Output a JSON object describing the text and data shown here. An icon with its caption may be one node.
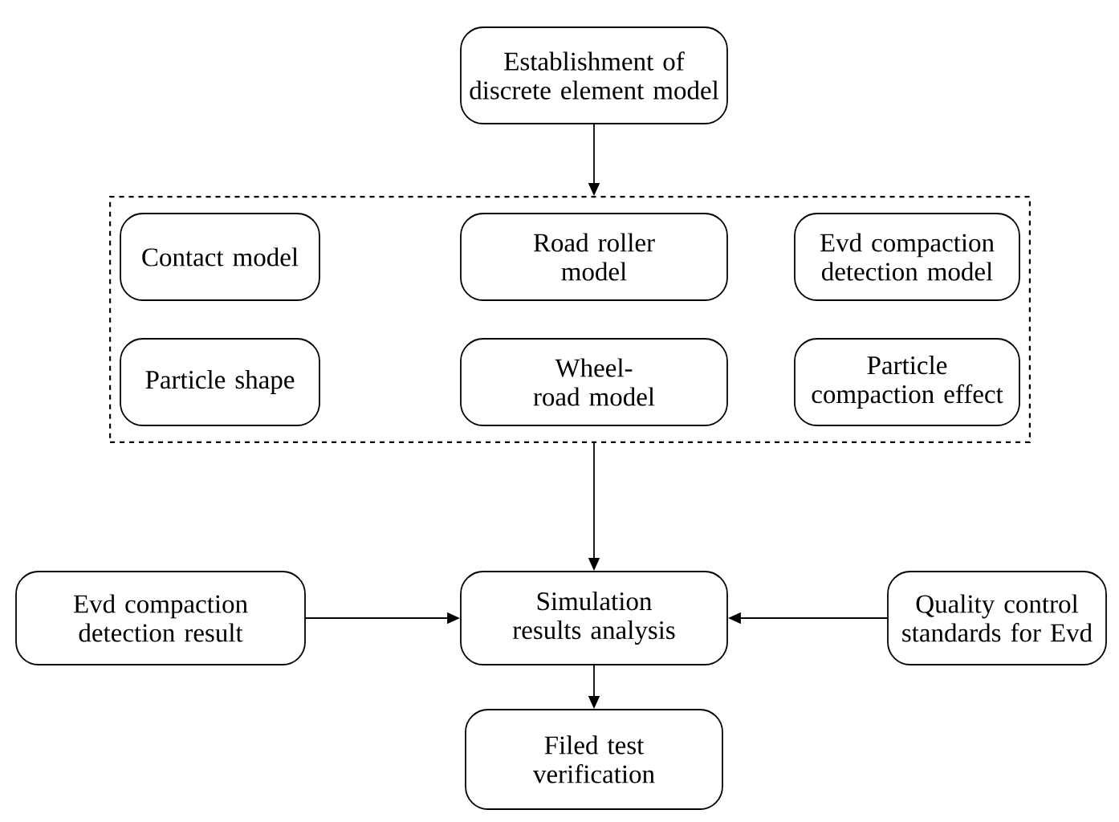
{
  "diagram": {
    "nodes": [
      {
        "text": [
          "Establishment of discrete element model"
        ]
      },
      {
        "text": [],
        "shape": "box"
      },
      {
        "text": [
          "Contact model"
        ],
        "in": 1
      },
      {
        "text": [
          "Road roller model"
        ],
        "in": 1
      },
      {
        "text": [
          "Evd compaction detection model"
        ],
        "in": 1
      },
      {
        "text": [
          "Particle shape"
        ],
        "in": 1
      },
      {
        "text": [
          "Wheel-road model"
        ],
        "in": 1
      },
      {
        "text": [
          "Particle compaction effect"
        ],
        "in": 1
      },
      {
        "text": [
          "Evd compaction detection result"
        ]
      },
      {
        "text": [
          "Simulation results analysis"
        ]
      },
      {
        "text": [
          "Quality control standards for Evd"
        ]
      },
      {
        "text": [
          "Filed test verification"
        ]
      }
    ],
    "edges": [
      {
        "from": 0,
        "to": 1,
        "arrow": "to"
      },
      {
        "from": 1,
        "to": 9,
        "arrow": "to"
      },
      {
        "from": 8,
        "to": 9,
        "arrow": "to"
      },
      {
        "from": 10,
        "to": 9,
        "arrow": "to"
      },
      {
        "from": 9,
        "to": 11,
        "arrow": "to"
      }
    ]
  }
}
